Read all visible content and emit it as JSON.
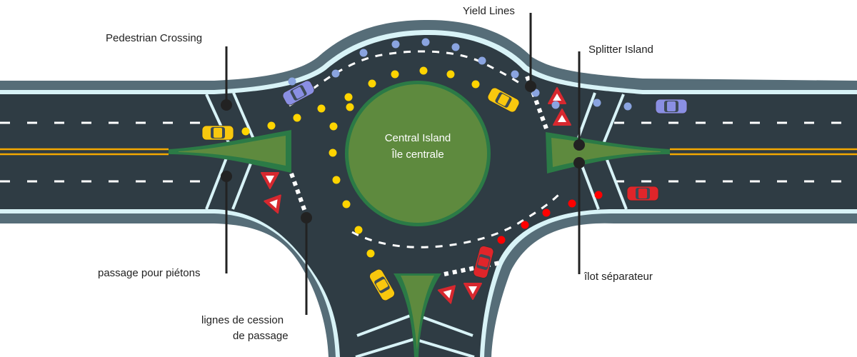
{
  "title": "Roundabout diagram",
  "labels": {
    "pedestrian_crossing_en": "Pedestrian Crossing",
    "pedestrian_crossing_fr": "passage pour piétons",
    "yield_lines_en": "Yield Lines",
    "yield_lines_fr_1": "lignes de cession",
    "yield_lines_fr_2": "de passage",
    "splitter_island_en": "Splitter Island",
    "splitter_island_fr": "îlot séparateur",
    "central_island_en": "Central Island",
    "central_island_fr": "Île centrale"
  },
  "colors": {
    "asphalt": "#2f3c44",
    "curb": "#566d78",
    "edge_line": "#d8f3f7",
    "island_fill": "#5e8a3e",
    "island_border": "#2b7a46",
    "centerline": "#f5a800",
    "path_yellow": "#ffd400",
    "path_blue": "#8aa4e0",
    "path_red": "#ff0000",
    "yield_sign": "#d7282f",
    "leader": "#222222"
  },
  "vehicles": [
    {
      "type": "taxi",
      "color": "yellow",
      "location": "west-approach"
    },
    {
      "type": "car",
      "color": "blue",
      "location": "northwest-ring"
    },
    {
      "type": "taxi",
      "color": "yellow",
      "location": "northeast-ring"
    },
    {
      "type": "car",
      "color": "blue",
      "location": "east-approach"
    },
    {
      "type": "car",
      "color": "red",
      "location": "east-exit"
    },
    {
      "type": "truck",
      "color": "red",
      "location": "south-exit"
    },
    {
      "type": "taxi",
      "color": "yellow",
      "location": "south-ring"
    }
  ]
}
